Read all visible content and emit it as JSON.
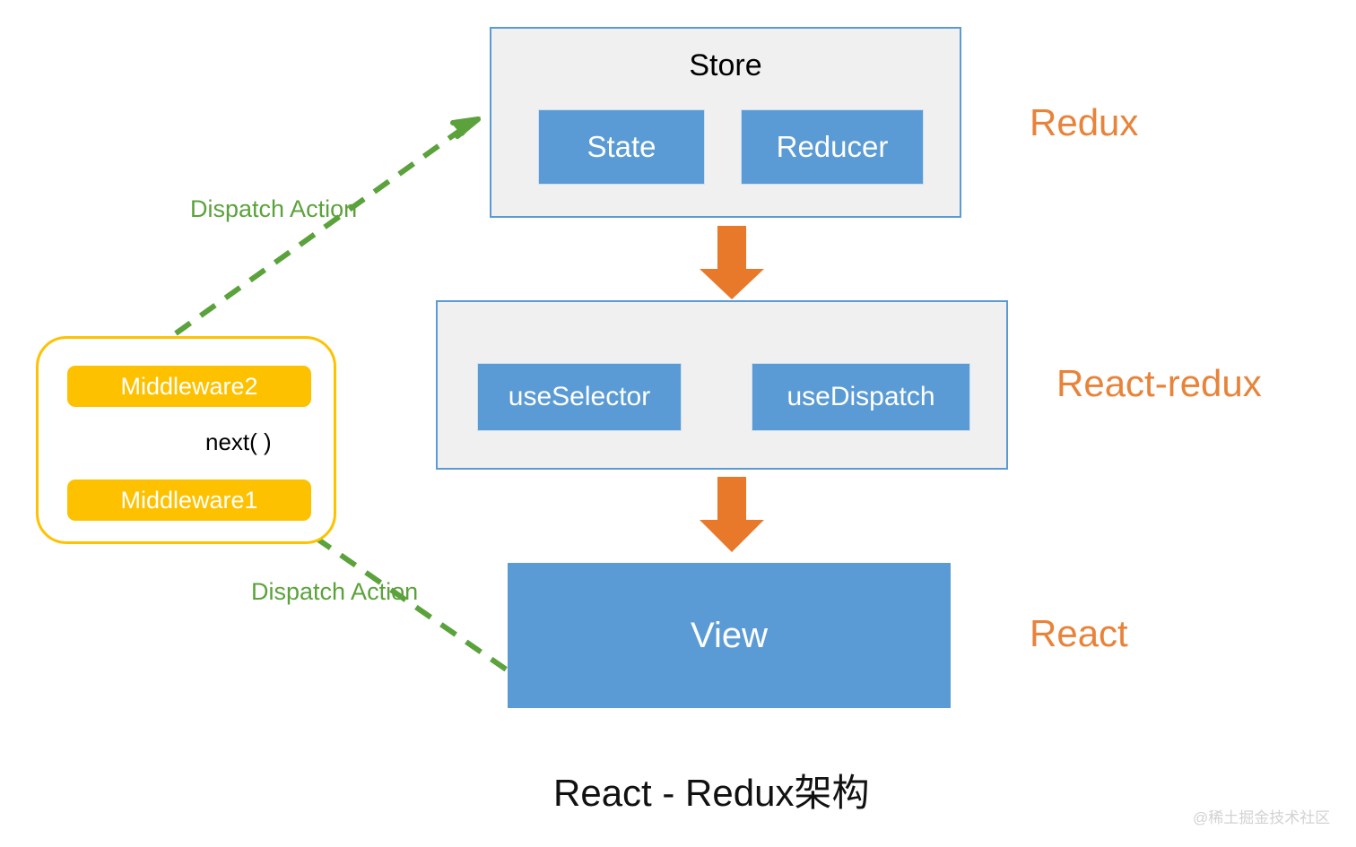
{
  "diagram": {
    "title": "React - Redux架构",
    "watermark": "@稀土掘金技术社区",
    "colors": {
      "blue_fill": "#5B9BD5",
      "panel_fill": "#F0F0F0",
      "panel_border": "#5B9BD5",
      "orange_accent": "#E8833A",
      "orange_arrow": "#E8792B",
      "yellow_middleware": "#FDC100",
      "green_dashed": "#5BA23C",
      "black_arrow": "#000000"
    },
    "store": {
      "title": "Store",
      "items": [
        {
          "label": "State"
        },
        {
          "label": "Reducer"
        }
      ]
    },
    "react_redux": {
      "items": [
        {
          "label": "useSelector"
        },
        {
          "label": "useDispatch"
        }
      ]
    },
    "view": {
      "label": "View"
    },
    "middleware": {
      "items": [
        {
          "label": "Middleware2"
        },
        {
          "label": "Middleware1"
        }
      ],
      "next_label": "next( )"
    },
    "side_labels": [
      {
        "label": "Redux"
      },
      {
        "label": "React-redux"
      },
      {
        "label": "React"
      }
    ],
    "dispatch_labels": [
      {
        "label": "Dispatch Action"
      },
      {
        "label": "Dispatch Action"
      }
    ]
  }
}
